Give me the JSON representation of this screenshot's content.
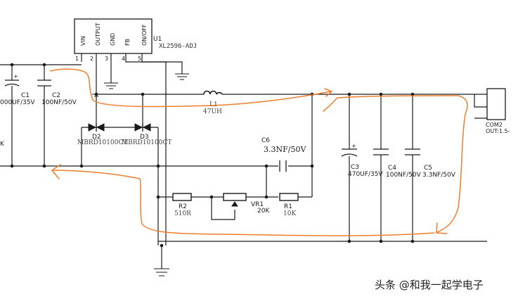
{
  "colors": {
    "wire": "#1a1a1a",
    "current_path": "#ee7e2e",
    "watermark": "#222222"
  },
  "ic": {
    "designator": "U1",
    "part": "XL2596-ADJ",
    "pins": [
      {
        "num": "1",
        "name": "VIN"
      },
      {
        "num": "2",
        "name": "OUTPUT"
      },
      {
        "num": "3",
        "name": "GND"
      },
      {
        "num": "4",
        "name": "FB"
      },
      {
        "num": "5",
        "name": "ON/OFF"
      }
    ]
  },
  "components": {
    "c1": {
      "ref": "C1",
      "value": "000UF/35V"
    },
    "c2": {
      "ref": "C2",
      "value": "100NF/50V"
    },
    "l1": {
      "ref": "L1",
      "value": "47UH"
    },
    "d2": {
      "ref": "D2",
      "value": "MBRD10100CT"
    },
    "d3": {
      "ref": "D3",
      "value": "MBRD10100CT"
    },
    "c6": {
      "ref": "C6",
      "value": "3.3NF/50V"
    },
    "c3": {
      "ref": "C3",
      "value": "470UF/35V",
      "polarity": "+"
    },
    "c4": {
      "ref": "C4",
      "value": "100NF/50V"
    },
    "c5": {
      "ref": "C5",
      "value": "3.3NF/50V"
    },
    "r2": {
      "ref": "R2",
      "value": "510R"
    },
    "vr1": {
      "ref": "VR1",
      "value": "20K"
    },
    "r1": {
      "ref": "R1",
      "value": "10K"
    },
    "com2": {
      "ref": "COM2",
      "value": "OUT:1.5-"
    },
    "k_fragment": "K",
    "c1_polarity": "+"
  },
  "watermark": "头条 @和我一起学电子"
}
